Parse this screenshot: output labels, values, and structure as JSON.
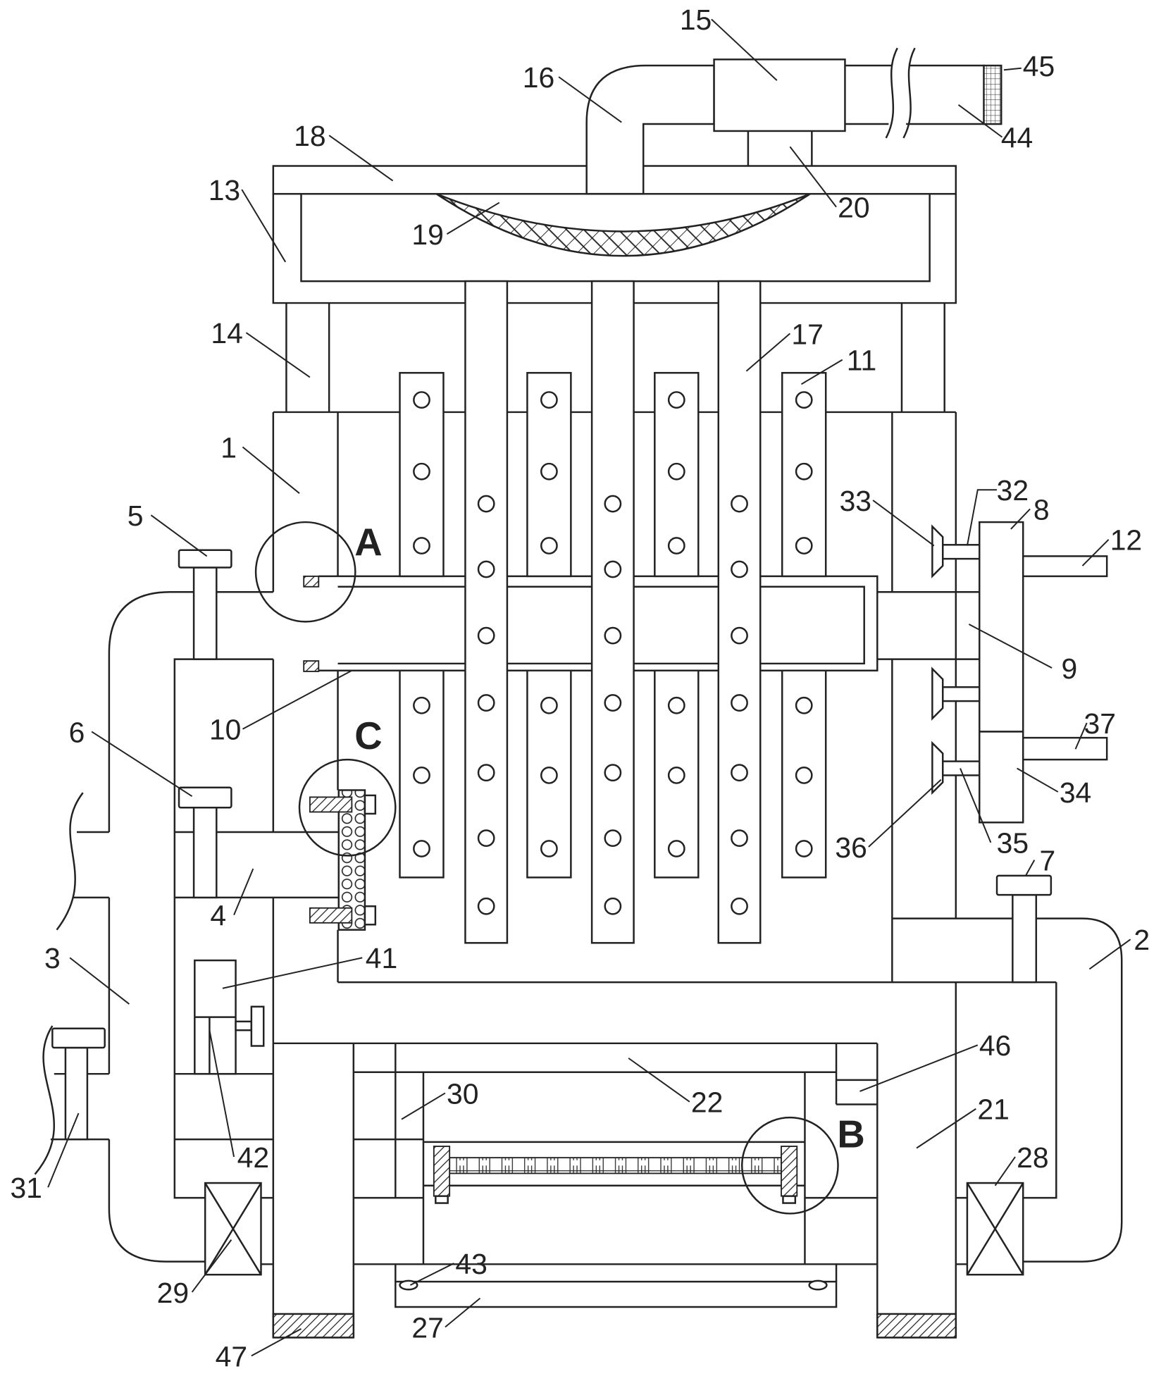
{
  "colors": {
    "line": "#222222",
    "background": "#ffffff"
  },
  "callouts": {
    "n1": "1",
    "n2": "2",
    "n3": "3",
    "n4": "4",
    "n5": "5",
    "n6": "6",
    "n7": "7",
    "n8": "8",
    "n9": "9",
    "n10": "10",
    "n11": "11",
    "n12": "12",
    "n13": "13",
    "n14": "14",
    "n15": "15",
    "n16": "16",
    "n17": "17",
    "n18": "18",
    "n19": "19",
    "n20": "20",
    "n21": "21",
    "n22": "22",
    "n27": "27",
    "n28": "28",
    "n29": "29",
    "n30": "30",
    "n31": "31",
    "n32": "32",
    "n33": "33",
    "n34": "34",
    "n35": "35",
    "n36": "36",
    "n37": "37",
    "n41": "41",
    "n42": "42",
    "n43": "43",
    "n44": "44",
    "n45": "45",
    "n46": "46",
    "n47": "47"
  },
  "details": {
    "A": "A",
    "B": "B",
    "C": "C"
  }
}
